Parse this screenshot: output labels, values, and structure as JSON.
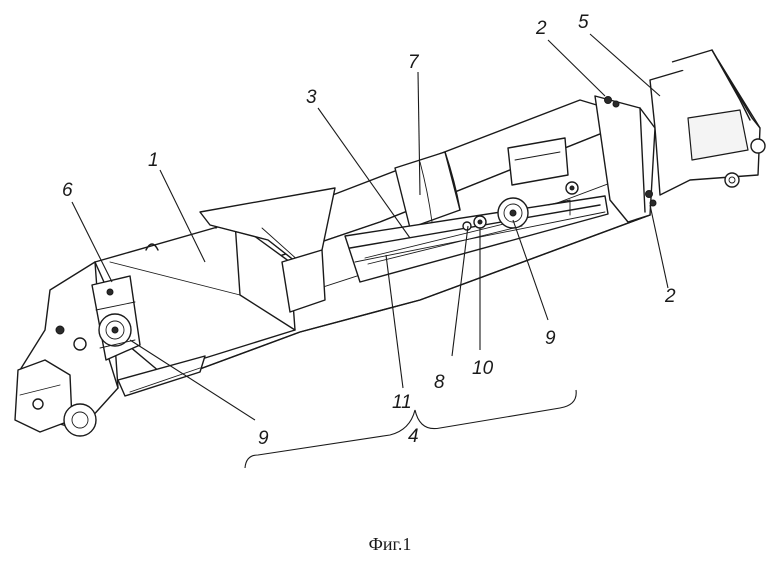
{
  "figure": {
    "caption": "Фиг.1",
    "labels": {
      "l1": "1",
      "l2a": "2",
      "l2b": "2",
      "l3": "3",
      "l4": "4",
      "l5": "5",
      "l6": "6",
      "l7": "7",
      "l8": "8",
      "l9a": "9",
      "l9b": "9",
      "l10": "10",
      "l11": "11"
    }
  }
}
